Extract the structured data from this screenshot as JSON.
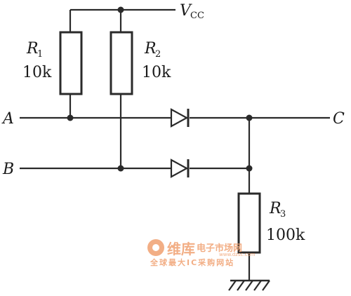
{
  "supply": {
    "name": "V",
    "sub": "CC"
  },
  "resistors": [
    {
      "id": "R1",
      "name": "R",
      "sub": "1",
      "value": "10k"
    },
    {
      "id": "R2",
      "name": "R",
      "sub": "2",
      "value": "10k"
    },
    {
      "id": "R3",
      "name": "R",
      "sub": "3",
      "value": "100k"
    }
  ],
  "terminals": {
    "a": "A",
    "b": "B",
    "c": "C"
  },
  "watermark": {
    "brand": "维库",
    "site": "电子市场网",
    "tagline": "全球最大IC采购网站",
    "url": "www.dzsc.com"
  },
  "colors": {
    "line": "#2a2a2a",
    "watermark": "#f0a070"
  }
}
